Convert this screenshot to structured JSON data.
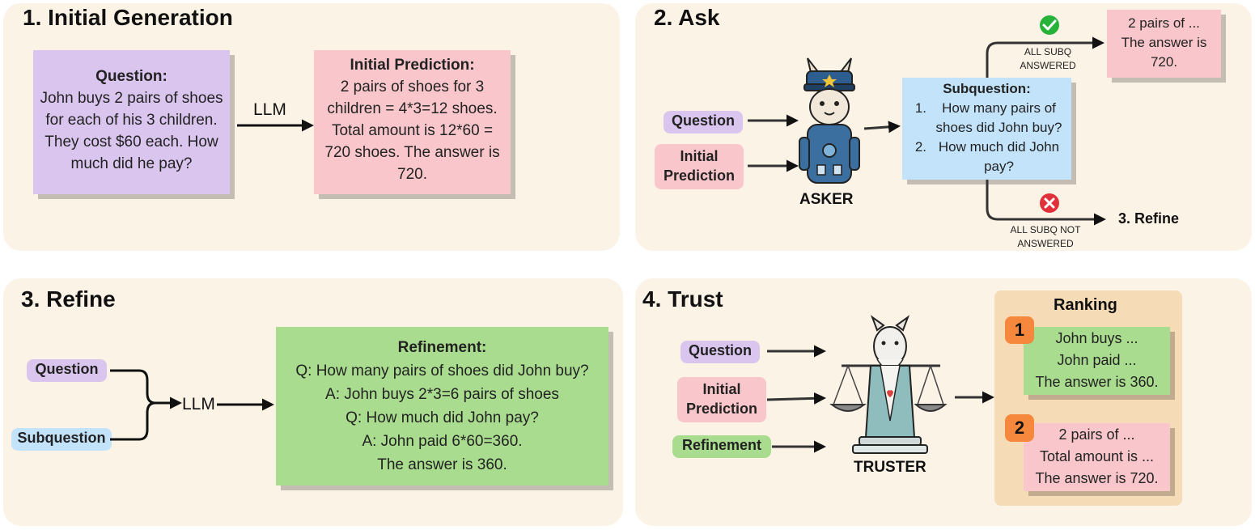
{
  "panel1": {
    "title": "1. Initial Generation",
    "question_title": "Question:",
    "question_lines": [
      "John buys 2 pairs of shoes",
      "for each of his 3 children.",
      "They cost $60 each. How",
      "much did he pay?"
    ],
    "llm": "LLM",
    "prediction_title": "Initial Prediction:",
    "prediction_lines": [
      "2 pairs of shoes for 3",
      "children = 4*3=12 shoes.",
      "Total amount is 12*60 =",
      "720 shoes. The answer is",
      "720."
    ]
  },
  "panel2": {
    "title": "2. Ask",
    "question_pill": "Question",
    "prediction_pill_lines": [
      "Initial",
      "Prediction"
    ],
    "asker_caption": "ASKER",
    "subq_title": "Subquestion:",
    "subq_items": [
      {
        "num": "1.",
        "lines": [
          "How many pairs of",
          "shoes did John buy?"
        ]
      },
      {
        "num": "2.",
        "lines": [
          "How much did John",
          "pay?"
        ]
      }
    ],
    "answered_label_lines": [
      "ALL SUBQ",
      "ANSWERED"
    ],
    "answer_lines": [
      "2 pairs of ...",
      "The answer is",
      "720."
    ],
    "not_answered_label_lines": [
      "ALL SUBQ NOT",
      "ANSWERED"
    ],
    "refine_link": "3. Refine",
    "colors": {
      "check": "#27b33a",
      "cross": "#e0303a"
    }
  },
  "panel3": {
    "title": "3. Refine",
    "question_pill": "Question",
    "subquestion_pill": "Subquestion",
    "llm": "LLM",
    "refinement_title": "Refinement:",
    "refinement_lines": [
      "Q: How many pairs of shoes did John buy?",
      "A: John buys 2*3=6 pairs of shoes",
      "Q: How much did John pay?",
      "A: John paid 6*60=360.",
      "The answer is 360."
    ]
  },
  "panel4": {
    "title": "4. Trust",
    "question_pill": "Question",
    "prediction_pill_lines": [
      "Initial",
      "Prediction"
    ],
    "refinement_pill": "Refinement",
    "truster_caption": "TRUSTER",
    "ranking_title": "Ranking",
    "rank1": {
      "badge": "1",
      "lines": [
        "John buys ...",
        "John paid ...",
        "The answer is 360."
      ]
    },
    "rank2": {
      "badge": "2",
      "lines": [
        "2 pairs of ...",
        "Total amount is ...",
        "The answer is 720."
      ]
    }
  }
}
